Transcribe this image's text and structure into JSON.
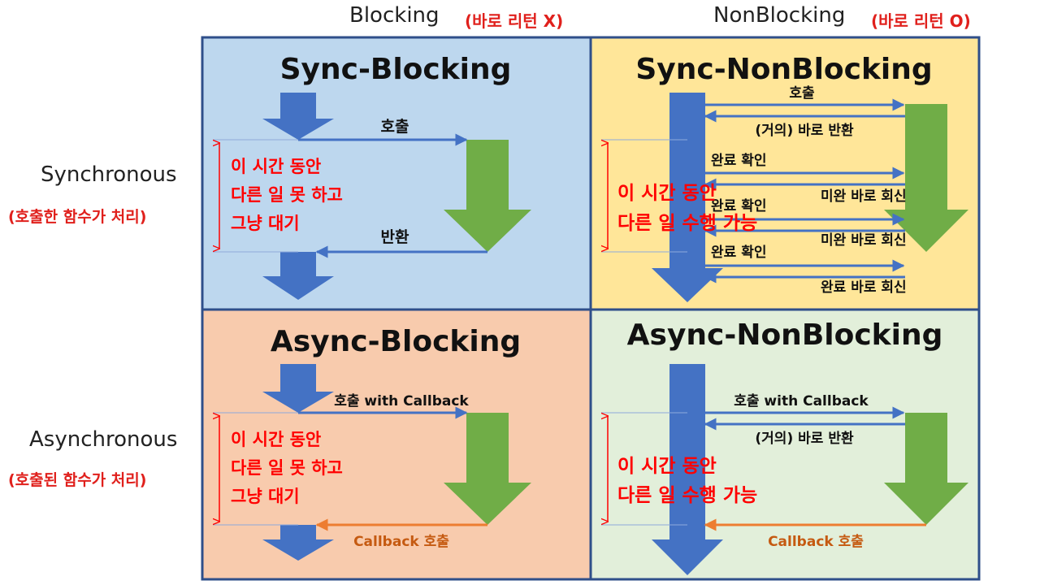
{
  "headers": {
    "blocking": "Blocking",
    "blocking_note": "(바로 리턴 X)",
    "nonblocking": "NonBlocking",
    "nonblocking_note": "(바로 리턴 O)",
    "synchronous": "Synchronous",
    "synchronous_note": "(호출한 함수가 처리)",
    "asynchronous": "Asynchronous",
    "asynchronous_note": "(호출된 함수가 처리)"
  },
  "quadrants": {
    "sync_blocking": {
      "title": "Sync-Blocking",
      "call": "호출",
      "return": "반환",
      "wait_lines": [
        "이 시간 동안",
        "다른 일 못 하고",
        "그냥 대기"
      ]
    },
    "sync_nonblocking": {
      "title": "Sync-NonBlocking",
      "call": "호출",
      "immediate_return": "(거의) 바로 반환",
      "check": "완료 확인",
      "not_done_reply": "미완 바로 회신",
      "done_reply": "완료 바로 회신",
      "work_lines": [
        "이 시간 동안",
        "다른 일 수행 가능"
      ]
    },
    "async_blocking": {
      "title": "Async-Blocking",
      "call": "호출 with Callback",
      "callback": "Callback 호출",
      "wait_lines": [
        "이 시간 동안",
        "다른 일 못 하고",
        "그냥 대기"
      ]
    },
    "async_nonblocking": {
      "title": "Async-NonBlocking",
      "call": "호출 with Callback",
      "immediate_return": "(거의) 바로 반환",
      "callback": "Callback 호출",
      "work_lines": [
        "이 시간 동안",
        "다른 일 수행 가능"
      ]
    }
  },
  "colors": {
    "sync_blocking_bg": "#bdd7ee",
    "sync_nonblocking_bg": "#ffe699",
    "async_blocking_bg": "#f8cbad",
    "async_nonblocking_bg": "#e2efda",
    "border": "#2f4f8a",
    "caller_arrow": "#4472c4",
    "callee_arrow": "#70ad47",
    "message_arrow": "#4472c4",
    "callback_arrow": "#ed7d31",
    "callback_text": "#c55a11",
    "highlight_text": "#ff0000"
  }
}
